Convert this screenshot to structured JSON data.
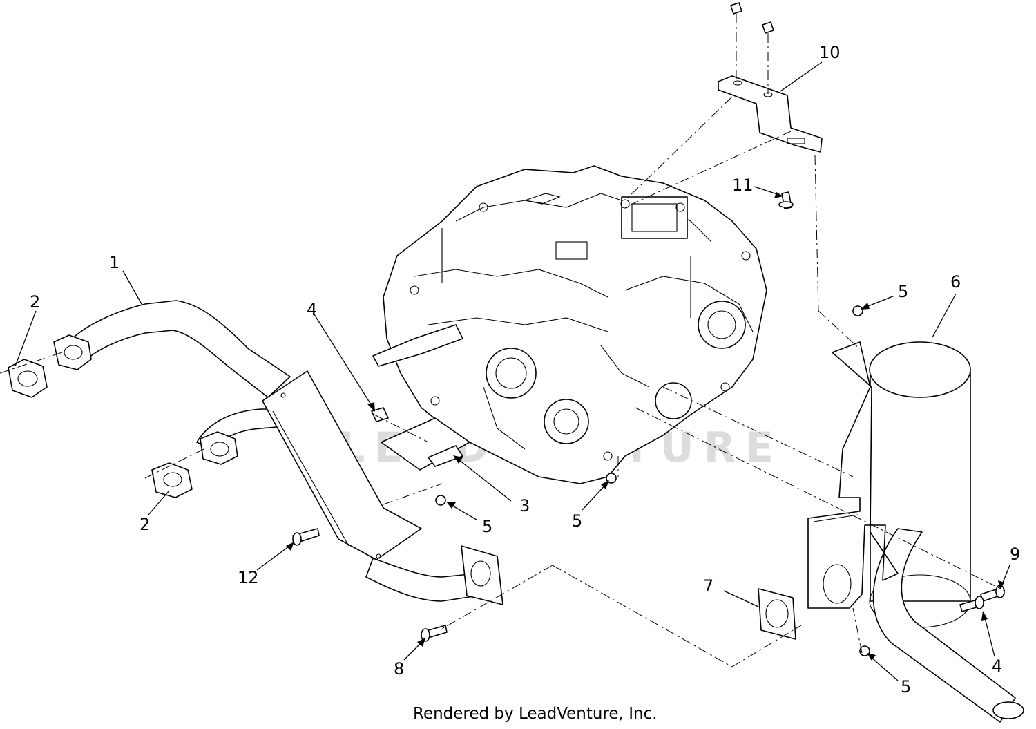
{
  "diagram": {
    "callouts": [
      {
        "id": "c1",
        "label": "1"
      },
      {
        "id": "c2a",
        "label": "2"
      },
      {
        "id": "c2b",
        "label": "2"
      },
      {
        "id": "c3",
        "label": "3"
      },
      {
        "id": "c4a",
        "label": "4"
      },
      {
        "id": "c4b",
        "label": "4"
      },
      {
        "id": "c5a",
        "label": "5"
      },
      {
        "id": "c5b",
        "label": "5"
      },
      {
        "id": "c5c",
        "label": "5"
      },
      {
        "id": "c5d",
        "label": "5"
      },
      {
        "id": "c6",
        "label": "6"
      },
      {
        "id": "c7",
        "label": "7"
      },
      {
        "id": "c8",
        "label": "8"
      },
      {
        "id": "c9",
        "label": "9"
      },
      {
        "id": "c10",
        "label": "10"
      },
      {
        "id": "c11",
        "label": "11"
      },
      {
        "id": "c12",
        "label": "12"
      }
    ],
    "watermark": "LEADVENTURE",
    "footer": "Rendered by LeadVenture, Inc."
  }
}
